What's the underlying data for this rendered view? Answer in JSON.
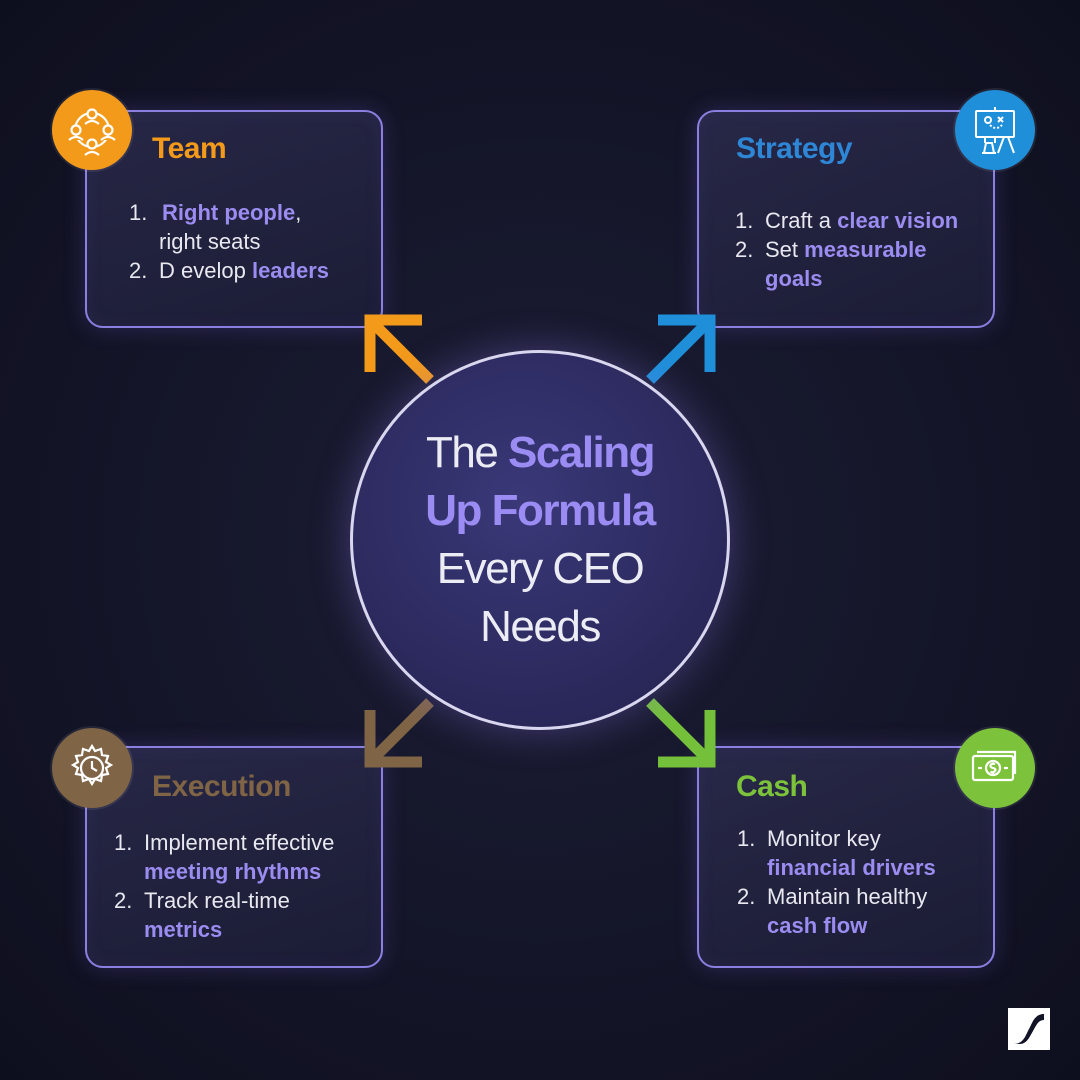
{
  "center": {
    "line1_a": "The",
    "line1_b": "Scaling",
    "line2": "Up Formula",
    "line3": "Every CEO",
    "line4": "Needs"
  },
  "cards": {
    "team": {
      "title": "Team",
      "color": "#f39a1b",
      "icon": "team-people-icon",
      "items": [
        {
          "num": "1.",
          "highlight": "Right people",
          "after": ",",
          "line2": "right seats"
        },
        {
          "num": "2.",
          "before": "D evelop ",
          "highlight": "leaders"
        }
      ]
    },
    "strategy": {
      "title": "Strategy",
      "color": "#2e87d6",
      "icon": "strategy-board-icon",
      "items": [
        {
          "num": "1.",
          "before": "Craft a ",
          "highlight": "clear vision"
        },
        {
          "num": "2.",
          "before": "Set ",
          "highlight": "measurable",
          "line2": "goals"
        }
      ]
    },
    "execution": {
      "title": "Execution",
      "color": "#7f6445",
      "icon": "gear-clock-icon",
      "items": [
        {
          "num": "1.",
          "before": "Implement effective",
          "line2": "meeting rhythms"
        },
        {
          "num": "2.",
          "before": "Track real-time",
          "line2": "metrics"
        }
      ]
    },
    "cash": {
      "title": "Cash",
      "color": "#7cc23a",
      "icon": "cash-bill-icon",
      "items": [
        {
          "num": "1.",
          "before": "Monitor key",
          "line2": "financial drivers"
        },
        {
          "num": "2.",
          "before": "Maintain healthy",
          "line2": "cash flow"
        }
      ]
    }
  },
  "arrows": {
    "team_color": "#f39a1b",
    "strategy_color": "#1e8fd8",
    "execution_color": "#7f6445",
    "cash_color": "#74c03a"
  },
  "logo": "brand-logo-icon"
}
